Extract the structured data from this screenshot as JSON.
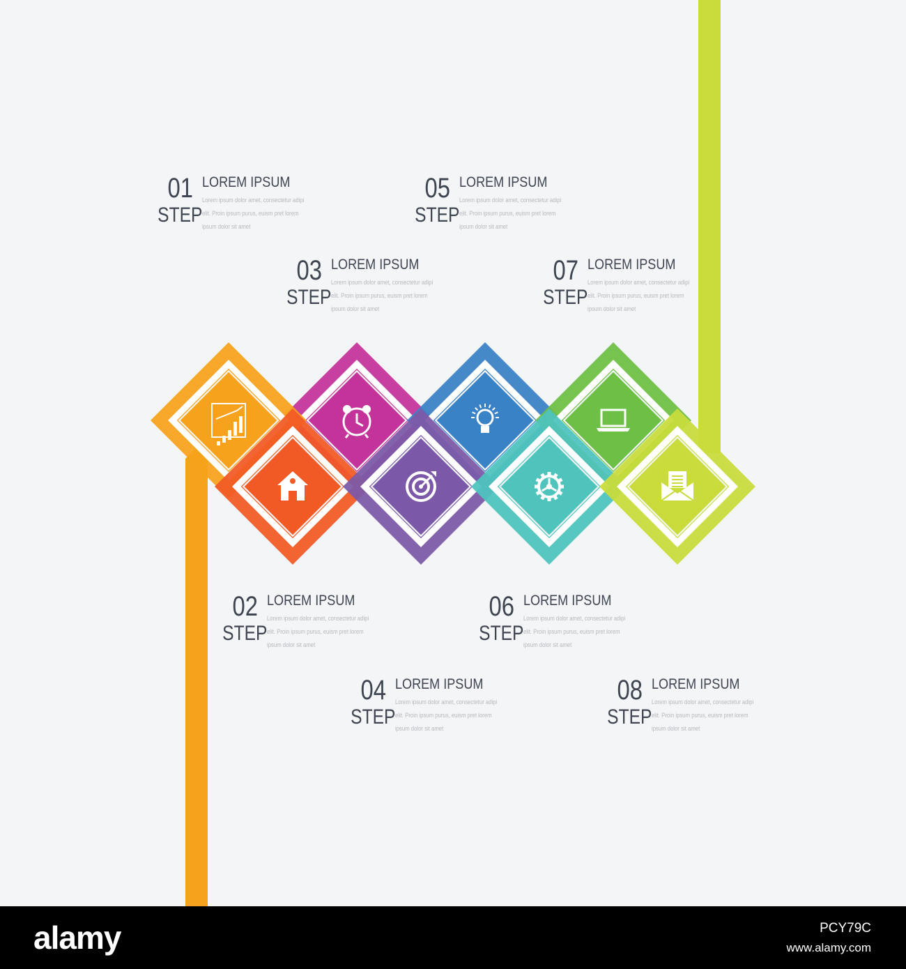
{
  "diagram": {
    "steps": [
      {
        "number": "01",
        "word": "STEP",
        "title": "LOREM IPSUM",
        "text": "Lorem ipsum dolor amet, consectetur adipi elit. Proin ipsum purus, euism pret lorem ipsum dolor sit amet",
        "color": "#f7a21c",
        "icon": "bar-chart-icon"
      },
      {
        "number": "02",
        "word": "STEP",
        "title": "LOREM IPSUM",
        "text": "Lorem ipsum dolor amet, consectetur adipi elit. Proin ipsum purus, euism pret lorem ipsum dolor sit amet",
        "color": "#f15a24",
        "icon": "home-icon"
      },
      {
        "number": "03",
        "word": "STEP",
        "title": "LOREM IPSUM",
        "text": "Lorem ipsum dolor amet, consectetur adipi elit. Proin ipsum purus, euism pret lorem ipsum dolor sit amet",
        "color": "#c3339a",
        "icon": "alarm-clock-icon"
      },
      {
        "number": "04",
        "word": "STEP",
        "title": "LOREM IPSUM",
        "text": "Lorem ipsum dolor amet, consectetur adipi elit. Proin ipsum purus, euism pret lorem ipsum dolor sit amet",
        "color": "#7c59a8",
        "icon": "target-icon"
      },
      {
        "number": "05",
        "word": "STEP",
        "title": "LOREM IPSUM",
        "text": "Lorem ipsum dolor amet, consectetur adipi elit. Proin ipsum purus, euism pret lorem ipsum dolor sit amet",
        "color": "#3a82c6",
        "icon": "lightbulb-icon"
      },
      {
        "number": "06",
        "word": "STEP",
        "title": "LOREM IPSUM",
        "text": "Lorem ipsum dolor amet, consectetur adipi elit. Proin ipsum purus, euism pret lorem ipsum dolor sit amet",
        "color": "#4fc4bd",
        "icon": "gear-icon"
      },
      {
        "number": "07",
        "word": "STEP",
        "title": "LOREM IPSUM",
        "text": "Lorem ipsum dolor amet, consectetur adipi elit. Proin ipsum purus, euism pret lorem ipsum dolor sit amet",
        "color": "#6dbf45",
        "icon": "laptop-icon"
      },
      {
        "number": "08",
        "word": "STEP",
        "title": "LOREM IPSUM",
        "text": "Lorem ipsum dolor amet, consectetur adipi elit. Proin ipsum purus, euism pret lorem ipsum dolor sit amet",
        "color": "#c9dc3c",
        "icon": "envelope-icon"
      }
    ]
  },
  "watermark": {
    "brand": "alamy",
    "image_id": "PCY79C",
    "site": "www.alamy.com"
  },
  "colors": {
    "background": "#f3f5f7",
    "footer": "#000000",
    "heading_text": "#3f4651",
    "body_text": "#b5b9be"
  }
}
